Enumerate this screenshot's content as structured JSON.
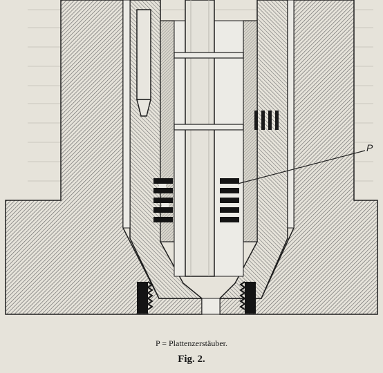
{
  "diagram": {
    "label_p": "P",
    "caption": "P = Plattenzerstäuber.",
    "figure": "Fig. 2."
  },
  "colors": {
    "background": "#e6e3da",
    "hatch": "#6a6a6a",
    "outline": "#1e1e1e",
    "bore": "#ecebe6",
    "packing": "#141414"
  }
}
